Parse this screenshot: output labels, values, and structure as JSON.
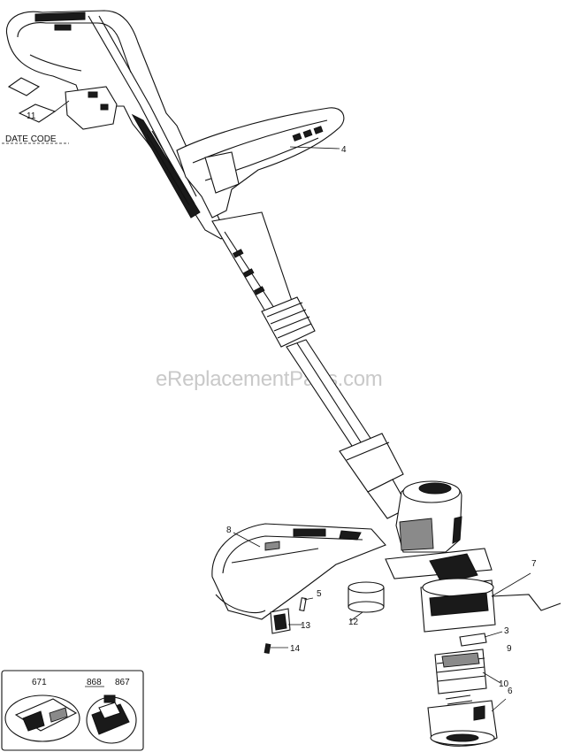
{
  "watermark": "eReplacementParts.com",
  "callouts": {
    "date_code": "DATE CODE",
    "p11_top": "11",
    "p4": "4",
    "p8": "8",
    "p5": "5",
    "p12": "12",
    "p13": "13",
    "p14": "14",
    "p7": "7",
    "p3": "3",
    "p9": "9",
    "p10": "10",
    "p6": "6"
  },
  "accessories": {
    "battery_label": "671",
    "charger_label_a": "868",
    "charger_label_b": "867"
  }
}
